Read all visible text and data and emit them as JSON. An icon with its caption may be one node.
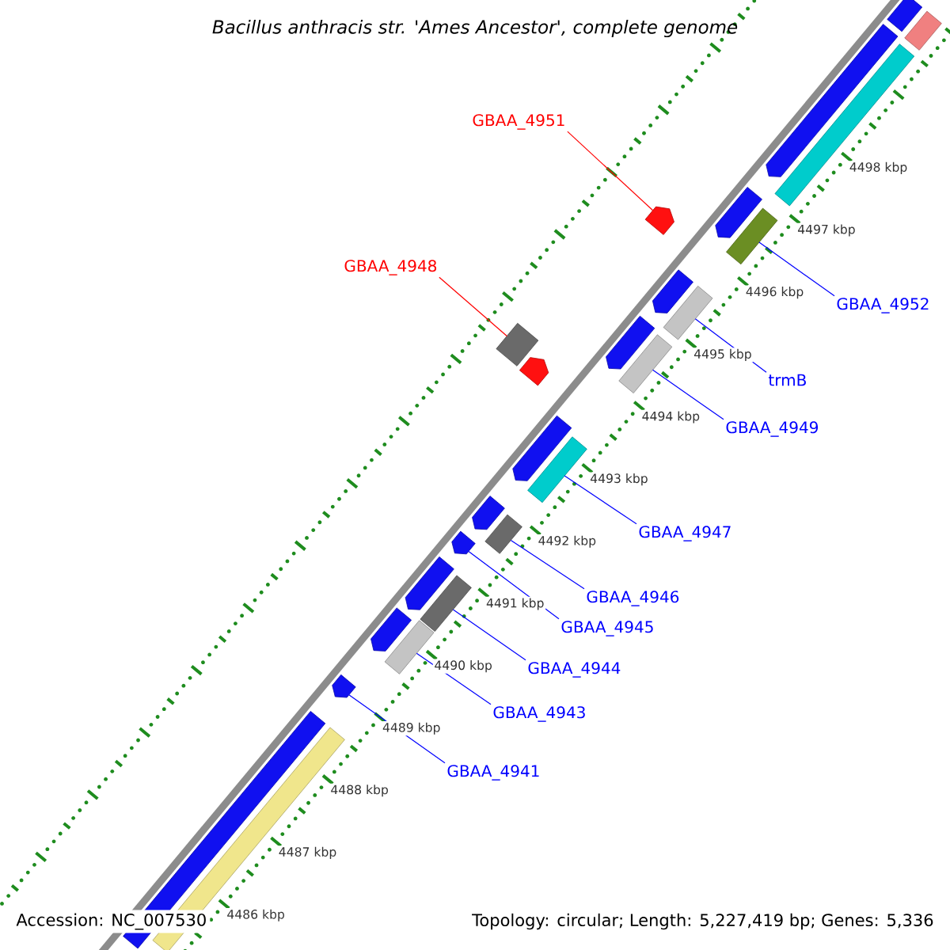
{
  "diagram": {
    "title": "Bacillus anthracis str. 'Ames Ancestor', complete genome",
    "nodes": [
      {
        "text": [
          "GBAA_4951"
        ]
      },
      {
        "text": [],
        "shape": "arrow"
      },
      {
        "text": [
          "GBAA_4948"
        ]
      },
      {
        "text": [],
        "shape": "box"
      },
      {
        "text": [
          "GBAA_4952"
        ]
      },
      {
        "text": [],
        "shape": "bar"
      },
      {
        "text": [
          "trmB"
        ]
      },
      {
        "text": [],
        "shape": "bar"
      },
      {
        "text": [
          "GBAA_4949"
        ]
      },
      {
        "text": [],
        "shape": "bar"
      },
      {
        "text": [
          "GBAA_4947"
        ]
      },
      {
        "text": [],
        "shape": "bar"
      },
      {
        "text": [
          "GBAA_4946"
        ]
      },
      {
        "text": [],
        "shape": "bar"
      },
      {
        "text": [
          "GBAA_4945"
        ]
      },
      {
        "text": [],
        "shape": "arrow"
      },
      {
        "text": [
          "GBAA_4944"
        ]
      },
      {
        "text": [],
        "shape": "bar"
      },
      {
        "text": [
          "GBAA_4943"
        ]
      },
      {
        "text": [],
        "shape": "bar"
      },
      {
        "text": [
          "GBAA_4941"
        ]
      },
      {
        "text": [],
        "shape": "arrow"
      },
      {
        "text": [],
        "shape": "arrow"
      },
      {
        "text": [],
        "shape": "bar"
      },
      {
        "text": [],
        "shape": "bar"
      },
      {
        "text": [],
        "shape": "bar"
      },
      {
        "text": [],
        "shape": "arrow"
      },
      {
        "text": [],
        "shape": "arrow"
      },
      {
        "text": [],
        "shape": "arrow"
      },
      {
        "text": [],
        "shape": "arrow"
      },
      {
        "text": [],
        "shape": "arrow"
      },
      {
        "text": [],
        "shape": "arrow"
      },
      {
        "text": [],
        "shape": "arrow"
      },
      {
        "text": [],
        "shape": "arrow"
      },
      {
        "text": [],
        "shape": "bar"
      },
      {
        "text": [],
        "shape": "bar"
      }
    ],
    "edges": [
      {
        "from": 0,
        "to": 1,
        "arrow": "none",
        "color": "#ff0000"
      },
      {
        "from": 2,
        "to": 3,
        "arrow": "none",
        "color": "#ff0000"
      },
      {
        "from": 4,
        "to": 5,
        "arrow": "none"
      },
      {
        "from": 6,
        "to": 7,
        "arrow": "none"
      },
      {
        "from": 8,
        "to": 9,
        "arrow": "none"
      },
      {
        "from": 10,
        "to": 11,
        "arrow": "none"
      },
      {
        "from": 12,
        "to": 13,
        "arrow": "none"
      },
      {
        "from": 14,
        "to": 15,
        "arrow": "none"
      },
      {
        "from": 16,
        "to": 17,
        "arrow": "none"
      },
      {
        "from": 18,
        "to": 19,
        "arrow": "none"
      },
      {
        "from": 20,
        "to": 21,
        "arrow": "none"
      }
    ],
    "labels": [
      "4498 kbp",
      "4497 kbp",
      "4496 kbp",
      "4495 kbp",
      "4494 kbp",
      "4493 kbp",
      "4492 kbp",
      "4491 kbp",
      "4490 kbp",
      "4489 kbp",
      "4488 kbp",
      "4487 kbp",
      "Accession: NC_007530",
      "4486 kbp",
      "Topology: circular; Length: 5,227,419 bp; Genes: 5,336"
    ]
  }
}
